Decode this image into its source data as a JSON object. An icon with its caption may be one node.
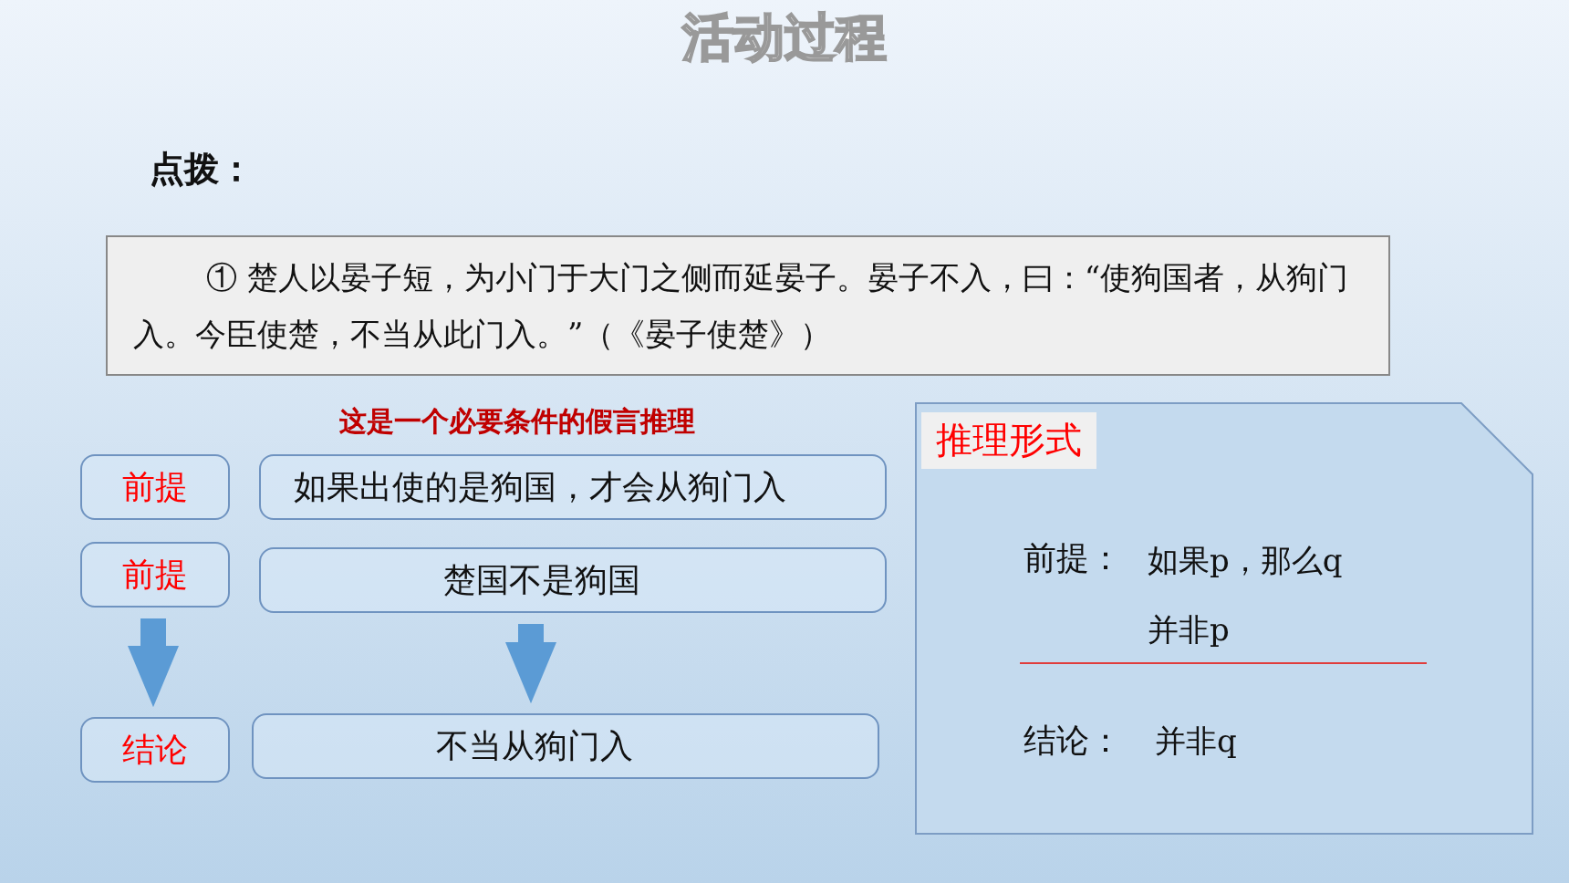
{
  "diagram": {
    "title": "活动过程",
    "nodes": [
      {
        "text": [
          "① 楚人以晏子短，为小门于大门之侧而延晏子。晏子不入，曰：“使狗国者，从狗门入。今臣使楚，不当从此门入。”（《晏子使楚》）"
        ]
      },
      {
        "text": [
          "前提"
        ]
      },
      {
        "text": [
          "如果出使的是狗国，才会从狗门入"
        ]
      },
      {
        "text": [
          "前提"
        ]
      },
      {
        "text": [
          "楚国不是狗国"
        ]
      },
      {
        "text": [
          "结论"
        ]
      },
      {
        "text": [
          "不当从狗门入"
        ]
      },
      {
        "text": [
          "推理形式",
          "前提：",
          "如果p，那么q",
          "并非p",
          "结论：",
          "并非q"
        ]
      }
    ],
    "edges": [
      {
        "from": 3,
        "to": 5,
        "arrow": "to"
      },
      {
        "from": 4,
        "to": 6,
        "arrow": "to"
      }
    ],
    "labels": [
      "点拨：",
      "这是一个必要条件的假言推理"
    ]
  }
}
